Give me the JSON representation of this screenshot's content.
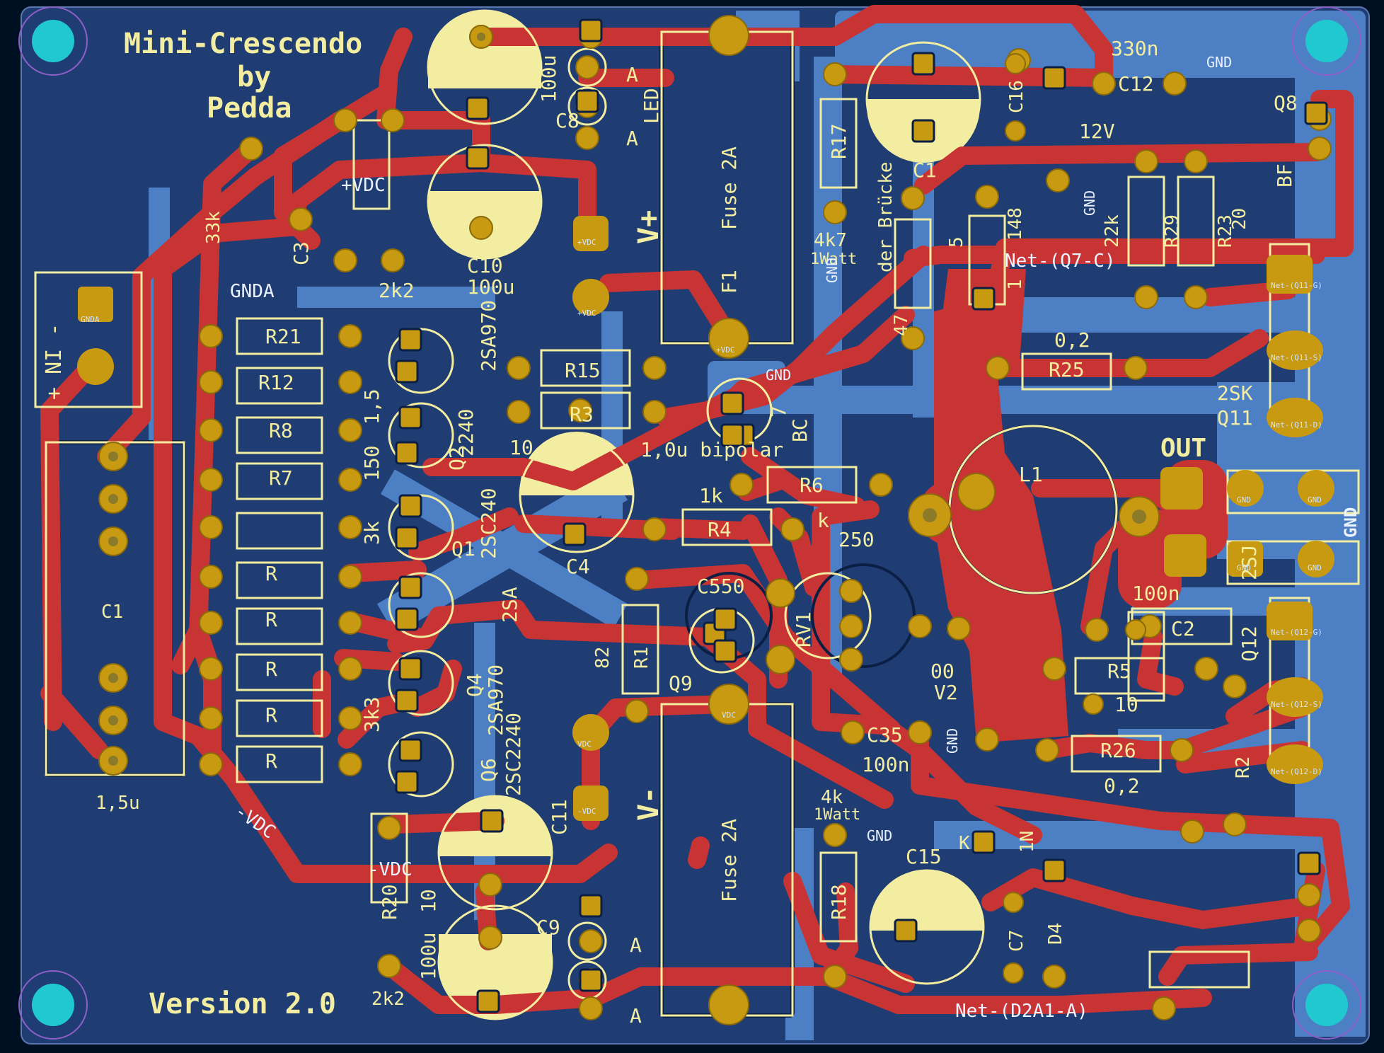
{
  "board": {
    "title_line1": "Mini-Crescendo",
    "title_line2": "by",
    "title_line3": "Pedda",
    "version": "Version 2.0"
  },
  "colors": {
    "background": "#001023",
    "board_fill": "#1f3d73",
    "copper_back": "#4d7fc4",
    "copper_front": "#c83434",
    "pad": "#c79a12",
    "hole": "#8a7a2a",
    "silkscreen": "#f2eda1",
    "mounting_hole": "#20c8d0"
  },
  "nets": {
    "plus_vdc": "+VDC",
    "minus_vdc": "-VDC",
    "gnd": "GND",
    "gnda": "GNDA",
    "net_q7c": "Net-(Q7-C)",
    "net_d2a1": "Net-(D2A1-A)"
  },
  "labels": {
    "c1": "C1",
    "c1_val": "1,5u",
    "r21": "R21",
    "r12": "R12",
    "r8": "R8",
    "r7": "R7",
    "r_partial1": "R",
    "r_partial2": "R",
    "r_partial3": "R",
    "r_partial4": "R",
    "r_partial5": "R",
    "c3": "C3",
    "r33k": "33k",
    "k2k2": "2k2",
    "c10": "C10",
    "c10_val": "100u",
    "c8": "C8",
    "c8_val": "100u",
    "led": "LED",
    "a1": "A",
    "a2": "A",
    "vplus": "V+",
    "vminus": "V-",
    "fuse1": "Fuse 2A",
    "f1": "F1",
    "fuse2": "Fuse 2A",
    "r17": "R17",
    "r17_val": "4k7",
    "r17_watt": "1Watt",
    "c16": "C16",
    "c12": "C12",
    "c12_val": "330n",
    "v12": "12V",
    "c1x": "C1",
    "bruecke": "der Brücke",
    "q8": "Q8",
    "bf": "BF",
    "r29": "R29",
    "r23": "R23",
    "k22": "22k",
    "v20": "20",
    "r25": "R25",
    "r25_val": "0,2",
    "q11": "Q11",
    "q11_type": "2SK",
    "out": "OUT",
    "l1": "L1",
    "r15": "R15",
    "r3": "R3",
    "r3_val": "10",
    "q2": "Q2",
    "q2_type": "2240",
    "q1": "Q1",
    "q1_type": "2SA970",
    "q1_type2": "240",
    "q1_pre": "2SC",
    "bipolar": "1,0u bipolar",
    "r6": "R6",
    "r4": "R4",
    "r4_val": "1k",
    "r_k": "k",
    "c4": "C4",
    "c550": "C550",
    "v250": "250",
    "q9": "Q9",
    "r1": "R1",
    "v82": "82",
    "rv1": "RV1",
    "v00": "00",
    "v2": "V2",
    "q4": "Q4",
    "q4_type": "2SA970",
    "q6": "Q6",
    "q6_type": "2SC2240",
    "sa_partial": "2SA",
    "c35": "C35",
    "c35_val": "100n",
    "c2": "C2",
    "c2_val": "100n",
    "r5": "R5",
    "r5_val": "10",
    "r26": "R26",
    "r26_val": "0,2",
    "q12": "Q12",
    "q12_type": "2SJ",
    "r2": "R2",
    "c11": "C11",
    "r18": "R18",
    "r18_val": "4k",
    "r18_watt": "1Watt",
    "c15": "C15",
    "c7": "C7",
    "d4": "D4",
    "k_lbl": "K",
    "n1": "1N",
    "c9": "C9",
    "a3": "A",
    "a4": "A",
    "r20": "R20",
    "r20_val": "10",
    "c9_val": "100u",
    "r20_k": "2k2",
    "in_label": "+ NI -",
    "v148": "148",
    "v1": "1",
    "v5": "5",
    "v47": "47",
    "bc": "BC",
    "n7": "7",
    "k3k3": "3k3",
    "l3k": "3k",
    "l1_5": "1,5",
    "l150": "150"
  },
  "pad_nets": {
    "gnda": "GNDA",
    "gnd": "GND",
    "vdc_p": "+VDC",
    "vdc_m": "-VDC",
    "vdc": "VDC",
    "q11g": "Net-(Q11-G)",
    "q11s": "Net-(Q11-S)",
    "q11d": "Net-(Q11-D)",
    "q12g": "Net-(Q12-G)",
    "q12s": "Net-(Q12-S)",
    "q12d": "Net-(Q12-D)"
  }
}
